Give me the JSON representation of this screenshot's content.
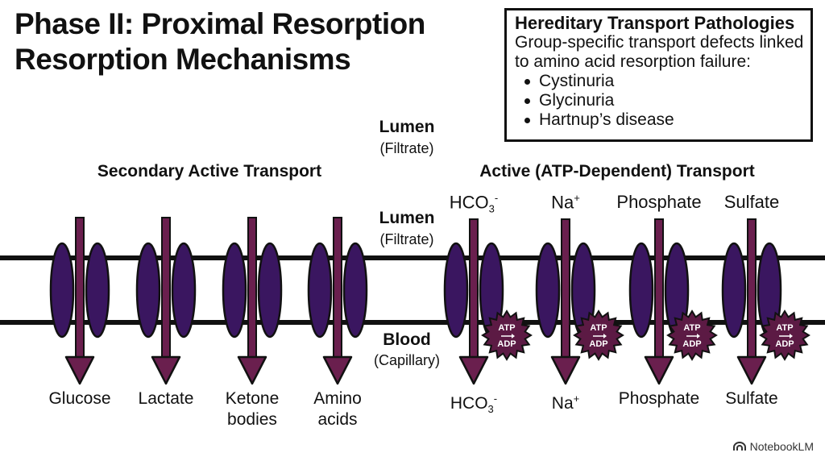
{
  "title": {
    "line1": "Phase II: Proximal Resorption",
    "line2": "Resorption Mechanisms"
  },
  "infobox": {
    "title": "Hereditary Transport Pathologies",
    "text_line1": "Group-specific transport defects linked",
    "text_line2": "to amino acid resorption failure:",
    "items": [
      "Cystinuria",
      "Glycinuria",
      "Hartnup’s disease"
    ]
  },
  "labels": {
    "lumen_top": "Lumen",
    "filtrate_top": "(Filtrate)",
    "lumen_mid": "Lumen",
    "filtrate_mid": "(Filtrate)",
    "blood": "Blood",
    "capillary": "(Capillary)",
    "secondary_heading": "Secondary Active Transport",
    "active_heading": "Active (ATP-Dependent) Transport"
  },
  "secondary": [
    {
      "bottom": "Glucose"
    },
    {
      "bottom": "Lactate"
    },
    {
      "bottom": "Ketone bodies"
    },
    {
      "bottom": "Amino acids"
    }
  ],
  "active": [
    {
      "top": "HCO3-",
      "bottom": "HCO3-"
    },
    {
      "top": "Na+",
      "bottom": "Na+"
    },
    {
      "top": "Phosphate",
      "bottom": "Phosphate"
    },
    {
      "top": "Sulfate",
      "bottom": "Sulfate"
    }
  ],
  "atp": {
    "top": "ATP",
    "bottom": "ADP"
  },
  "colors": {
    "channel": "#3a1660",
    "arrow": "#6a1f4e",
    "star": "#5c1a44",
    "membrane": "#111111"
  },
  "icons": {
    "watermark": "notebooklm-logo-icon"
  },
  "watermark": "NotebookLM"
}
